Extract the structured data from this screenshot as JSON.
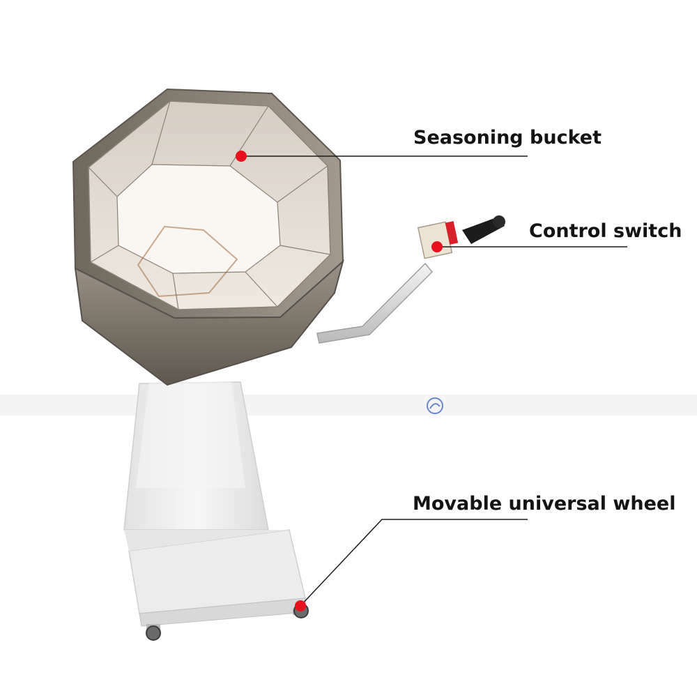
{
  "callouts": [
    {
      "id": "seasoning-bucket",
      "label": "Seasoning bucket"
    },
    {
      "id": "control-switch",
      "label": "Control switch"
    },
    {
      "id": "movable-universal-wheel",
      "label": "Movable universal wheel"
    }
  ],
  "colors": {
    "marker": "#e8101c",
    "leader_line": "#1a1a1a",
    "label_text": "#141414",
    "steel_outer": "#8f877c",
    "steel_inner": "#d9d2c8",
    "stand_white": "#f2f2f2",
    "handle_grip": "#1c1c1c",
    "switch_red": "#d81f2a"
  }
}
